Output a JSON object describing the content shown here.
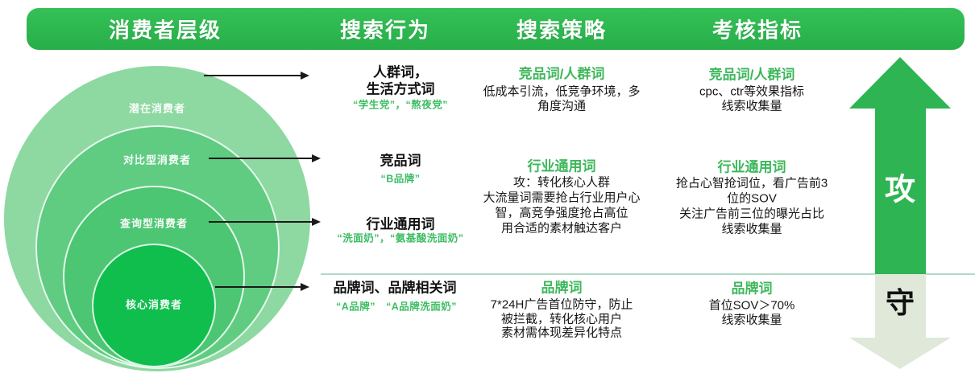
{
  "header": {
    "columns": [
      "消费者层级",
      "搜索行为",
      "搜索策略",
      "考核指标"
    ]
  },
  "funnel": {
    "rings": [
      {
        "label": "潜在消费者"
      },
      {
        "label": "对比型消费者"
      },
      {
        "label": "查询型消费者"
      },
      {
        "label": "核心消费者"
      }
    ]
  },
  "behavior": {
    "rows": [
      {
        "title_line1": "人群词，",
        "title_line2": "生活方式词",
        "examples": "“学生党”，“熬夜党”"
      },
      {
        "title": "竞品词",
        "examples": "“B品牌”"
      },
      {
        "title": "行业通用词",
        "examples": "“洗面奶”，“氨基酸洗面奶”"
      },
      {
        "title": "品牌词、品牌相关词",
        "examples": "“A品牌”　“A品牌洗面奶”"
      }
    ]
  },
  "strategy": {
    "blocks": [
      {
        "title": "竞品词/人群词",
        "lines": [
          "低成本引流，低竞争环境，多",
          "角度沟通"
        ]
      },
      {
        "title": "行业通用词",
        "lines": [
          "攻：转化核心人群",
          "大流量词需要抢占行业用户心",
          "智，高竞争强度抢占高位",
          "用合适的素材触达客户"
        ]
      },
      {
        "title": "品牌词",
        "lines": [
          "7*24H广告首位防守，防止",
          "被拦截，转化核心用户",
          "素材需体现差异化特点"
        ]
      }
    ]
  },
  "metrics": {
    "blocks": [
      {
        "title": "竞品词/人群词",
        "lines": [
          "cpc、ctr等效果指标",
          "线索收集量"
        ]
      },
      {
        "title": "行业通用词",
        "lines": [
          "抢占心智抢词位，看广告前3",
          "位的SOV",
          "关注广告前三位的曝光占比",
          "线索收集量"
        ]
      },
      {
        "title": "品牌词",
        "lines": [
          "首位SOV＞70%",
          "线索收集量"
        ]
      }
    ]
  },
  "attack_defend": {
    "attack": "攻",
    "defend": "守"
  },
  "colors": {
    "header_green": "#2bb44d",
    "ring_greens": [
      "#8ed8a2",
      "#5fcc82",
      "#4cc672",
      "#0fbe4d"
    ],
    "accent_green": "#3cbd63",
    "arrow_attack_green": "#2eb453",
    "arrow_defend_pale": "#dfe8d9",
    "separator": "#b0dac6",
    "text_black": "#1a1a1a"
  }
}
